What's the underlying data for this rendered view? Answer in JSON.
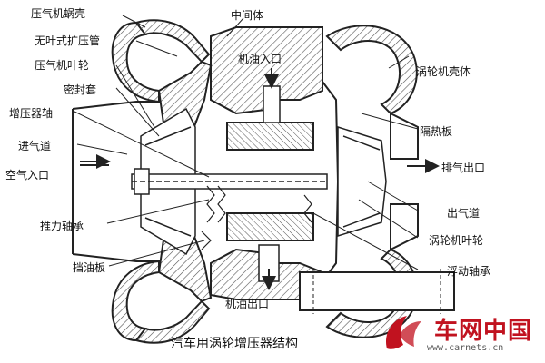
{
  "labels": {
    "compressor_housing": "压气机蜗壳",
    "vaneless_diffuser": "无叶式扩压管",
    "compressor_impeller": "压气机叶轮",
    "seal_sleeve": "密封套",
    "turbo_shaft": "增压器轴",
    "air_inlet_duct": "进气道",
    "air_inlet": "空气入口",
    "thrust_bearing": "推力轴承",
    "oil_deflector": "挡油板",
    "center_housing": "中间体",
    "oil_inlet": "机油入口",
    "oil_outlet": "机油出口",
    "turbine_housing": "涡轮机壳体",
    "heat_shield": "隔热板",
    "exhaust_outlet": "排气出口",
    "gas_outlet_duct": "出气道",
    "turbine_wheel": "涡轮机叶轮",
    "floating_bearing": "浮动轴承"
  },
  "caption": "汽车用涡轮增压器结构",
  "watermark": {
    "brand": "车网中国",
    "url": "www.carnets.cn",
    "brand_color": "#c1121f"
  },
  "colors": {
    "line": "#222222",
    "hatch": "#555555",
    "paper": "#ffffff"
  }
}
